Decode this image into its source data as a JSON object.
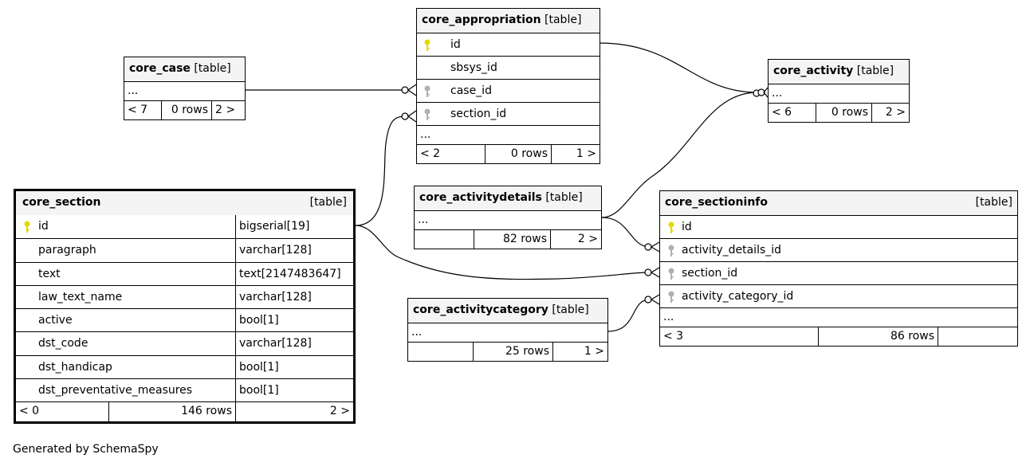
{
  "footer": "Generated by SchemaSpy",
  "colors": {
    "primary_key": "#e6d800",
    "foreign_key": "#b0b0b0"
  },
  "tables": {
    "core_case": {
      "name": "core_case",
      "kind": "[table]",
      "more": "...",
      "stats": {
        "left": "< 7",
        "rows": "0 rows",
        "right": "2 >"
      }
    },
    "core_appropriation": {
      "name": "core_appropriation",
      "kind": "[table]",
      "more": "...",
      "columns": [
        "id",
        "sbsys_id",
        "case_id",
        "section_id"
      ],
      "stats": {
        "left": "< 2",
        "rows": "0 rows",
        "right": "1 >"
      }
    },
    "core_activity": {
      "name": "core_activity",
      "kind": "[table]",
      "more": "...",
      "stats": {
        "left": "< 6",
        "rows": "0 rows",
        "right": "2 >"
      }
    },
    "core_activitydetails": {
      "name": "core_activitydetails",
      "kind": "[table]",
      "more": "...",
      "stats": {
        "left": "",
        "rows": "82 rows",
        "right": "2 >"
      }
    },
    "core_sectioninfo": {
      "name": "core_sectioninfo",
      "kind": "[table]",
      "more": "...",
      "columns": [
        "id",
        "activity_details_id",
        "section_id",
        "activity_category_id"
      ],
      "stats": {
        "left": "< 3",
        "rows": "86 rows",
        "right": ""
      }
    },
    "core_activitycategory": {
      "name": "core_activitycategory",
      "kind": "[table]",
      "more": "...",
      "stats": {
        "left": "",
        "rows": "25 rows",
        "right": "1 >"
      }
    },
    "core_section": {
      "name": "core_section",
      "kind": "[table]",
      "columns": [
        {
          "name": "id",
          "type": "bigserial[19]"
        },
        {
          "name": "paragraph",
          "type": "varchar[128]"
        },
        {
          "name": "text",
          "type": "text[2147483647]"
        },
        {
          "name": "law_text_name",
          "type": "varchar[128]"
        },
        {
          "name": "active",
          "type": "bool[1]"
        },
        {
          "name": "dst_code",
          "type": "varchar[128]"
        },
        {
          "name": "dst_handicap",
          "type": "bool[1]"
        },
        {
          "name": "dst_preventative_measures",
          "type": "bool[1]"
        }
      ],
      "stats": {
        "left": "< 0",
        "rows": "146 rows",
        "right": "2 >"
      }
    }
  }
}
